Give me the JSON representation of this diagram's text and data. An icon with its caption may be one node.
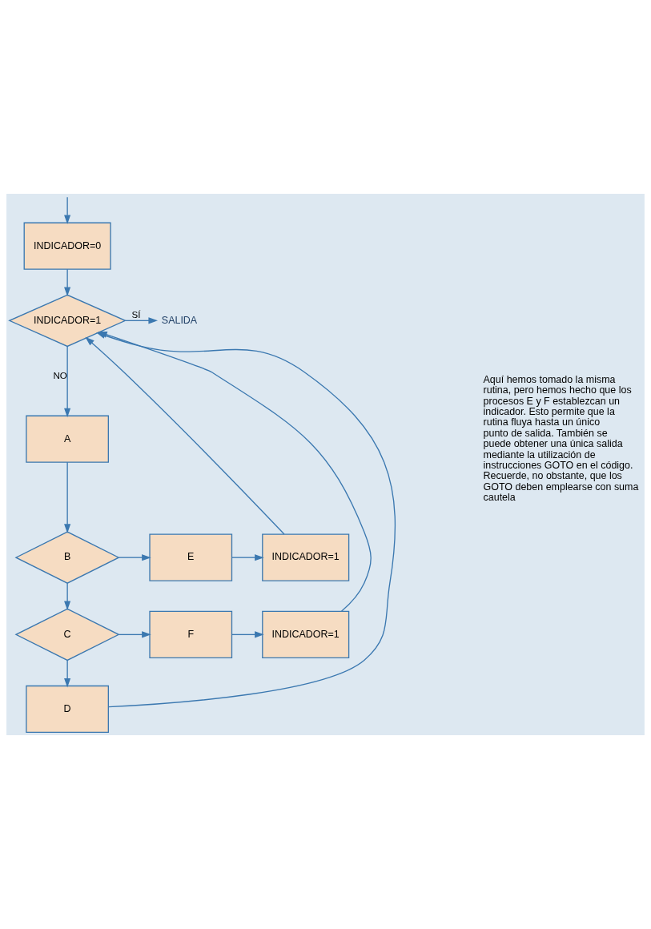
{
  "diagram": {
    "nodes": [
      {
        "text": [
          "INDICADOR=0"
        ]
      },
      {
        "text": [
          "INDICADOR=1"
        ]
      },
      {
        "text": [
          "SALIDA"
        ]
      },
      {
        "text": [
          "A"
        ]
      },
      {
        "text": [
          "B"
        ]
      },
      {
        "text": [
          "E"
        ]
      },
      {
        "text": [
          "INDICADOR=1"
        ]
      },
      {
        "text": [
          "C"
        ]
      },
      {
        "text": [
          "F"
        ]
      },
      {
        "text": [
          "INDICADOR=1"
        ]
      },
      {
        "text": [
          "D"
        ]
      }
    ],
    "edges": [
      {
        "from": null,
        "to": 0,
        "arrow": "to"
      },
      {
        "from": 0,
        "to": 1,
        "arrow": "to"
      },
      {
        "from": 1,
        "to": 2,
        "arrow": "to",
        "label": "SÍ"
      },
      {
        "from": 1,
        "to": 3,
        "arrow": "to",
        "label": "NO"
      },
      {
        "from": 3,
        "to": 4,
        "arrow": "to"
      },
      {
        "from": 4,
        "to": 5,
        "arrow": "to"
      },
      {
        "from": 5,
        "to": 6,
        "arrow": "to"
      },
      {
        "from": 4,
        "to": 7,
        "arrow": "to"
      },
      {
        "from": 7,
        "to": 8,
        "arrow": "to"
      },
      {
        "from": 8,
        "to": 9,
        "arrow": "to"
      },
      {
        "from": 7,
        "to": 10,
        "arrow": "to"
      },
      {
        "from": 6,
        "to": 1,
        "arrow": "to"
      },
      {
        "from": 9,
        "to": 1,
        "arrow": "to"
      },
      {
        "from": 10,
        "to": 1,
        "arrow": "to"
      }
    ],
    "labels": [
      "Aquí hemos tomado la misma rutina, pero hemos hecho que los procesos E y F establezcan un indicador. Esto permite que la rutina fluya hasta un único punto de salida. También se puede obtener una única salida mediante la utilización de instrucciones GOTO en el código. Recuerde, no obstante, que los GOTO deben emplearse con suma cautela"
    ]
  }
}
